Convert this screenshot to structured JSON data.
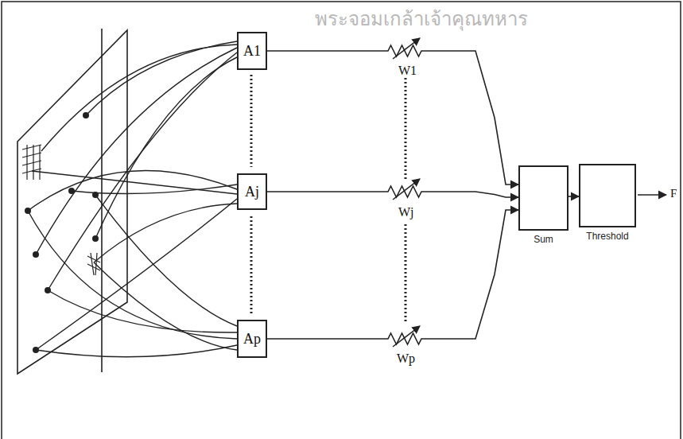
{
  "diagram": {
    "nodes": [
      {
        "text": [
          "A1"
        ]
      },
      {
        "text": [
          "Aj"
        ]
      },
      {
        "text": [
          "Ap"
        ]
      },
      {
        "text": [
          "Sum"
        ]
      },
      {
        "text": [
          "Threshold"
        ]
      }
    ],
    "edges": [
      {
        "from": 0,
        "to": 3,
        "arrow": "to",
        "label": "W1"
      },
      {
        "from": 1,
        "to": 3,
        "arrow": "to",
        "label": "Wj"
      },
      {
        "from": 2,
        "to": 3,
        "arrow": "to",
        "label": "Wp"
      },
      {
        "from": 3,
        "to": 4,
        "arrow": "to"
      }
    ],
    "labels": [
      "F",
      "พระจอมเกล้าเจ้าคุณทหาร"
    ]
  }
}
